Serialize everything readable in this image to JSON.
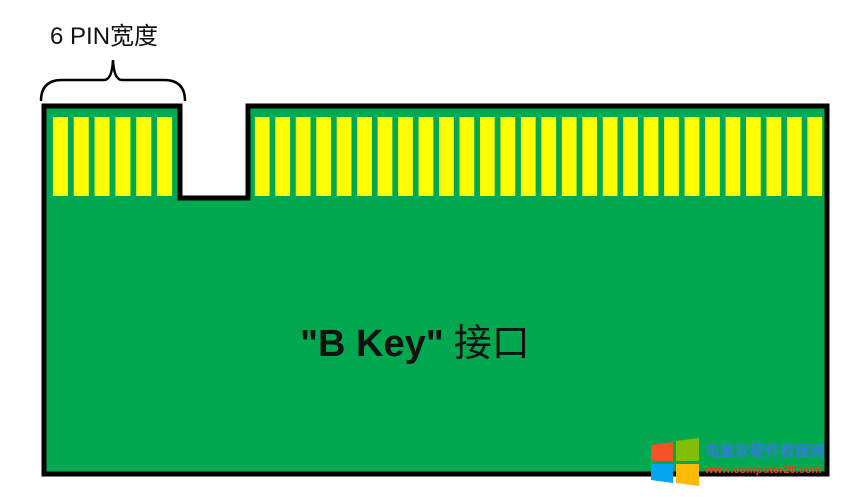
{
  "diagram": {
    "width_label": "6 PIN宽度",
    "key_name": "\"B Key\"",
    "key_suffix": "接口",
    "left_pin_count": 6,
    "right_pin_count": 28,
    "colors": {
      "board": "#00a94f",
      "outline": "#000000",
      "pin": "#ffff00",
      "background": "#ffffff"
    }
  },
  "watermark": {
    "title": "电脑软硬件教程网",
    "url": "www.computer26.com",
    "logo_colors": [
      "#f35325",
      "#81bc06",
      "#05a6f0",
      "#ffba08"
    ]
  }
}
